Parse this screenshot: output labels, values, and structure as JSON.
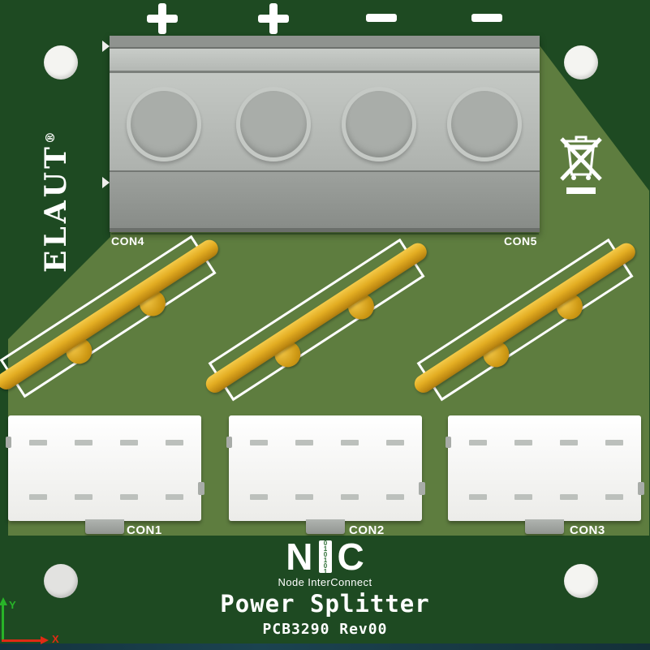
{
  "board": {
    "title": "Power Splitter",
    "subtitle": "PCB3290 Rev00"
  },
  "colors": {
    "board_green": "#1e4a22",
    "pour_green": "#5e7d3f",
    "silk_white": "#ffffff",
    "fuse_yellow": "#e3ad22",
    "connector_gray": "#b4b8b4",
    "axis_x_red": "#e02a14",
    "axis_y_green": "#28b428"
  },
  "polarity": {
    "symbols": [
      "+",
      "+",
      "−",
      "−"
    ]
  },
  "brand": {
    "name": "ELAUT",
    "registered_mark": "®"
  },
  "top_connector": {
    "left_label": "CON4",
    "right_label": "CON5",
    "hole_count": 4
  },
  "fuse_blocks": {
    "count": 3
  },
  "bottom_connectors": [
    {
      "label": "CON1"
    },
    {
      "label": "CON2"
    },
    {
      "label": "CON3"
    }
  ],
  "logo": {
    "letter_left": "N",
    "letter_right": "C",
    "bar_digits": "010101",
    "tagline": "Node InterConnect"
  },
  "axis_indicator": {
    "x_label": "X",
    "y_label": "Y"
  },
  "icons": {
    "weee": "weee-crossed-out-bin-icon",
    "plus": "plus-icon",
    "minus": "minus-icon"
  }
}
